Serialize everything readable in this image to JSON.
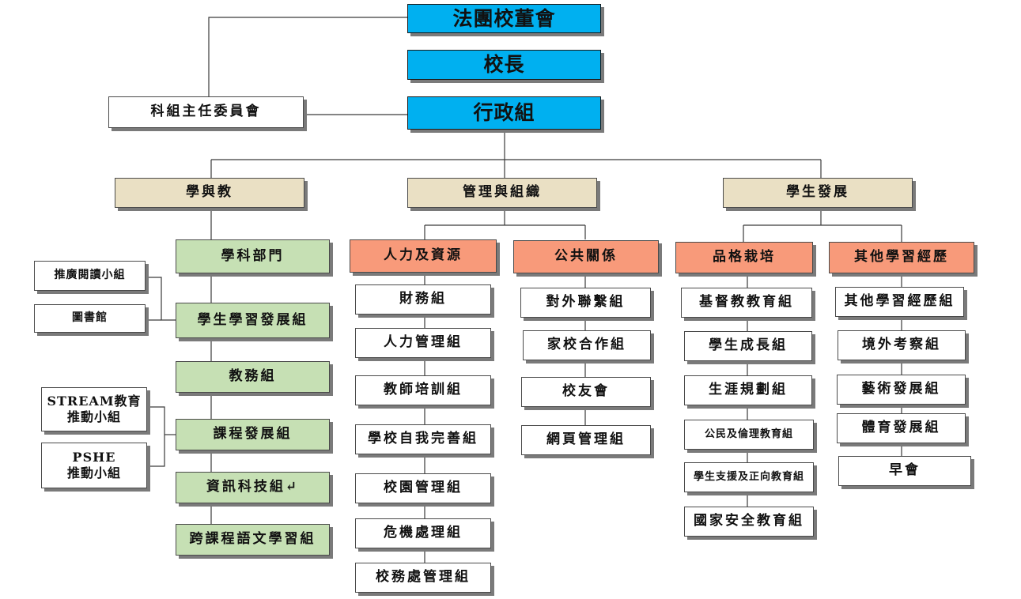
{
  "top": {
    "board": "法團校董會",
    "principal": "校長",
    "admin": "行政組",
    "committee": "科組主任委員會"
  },
  "branches": {
    "learning": "學與教",
    "management": "管理與組織",
    "development": "學生發展"
  },
  "learning": {
    "subject_dept": "學科部門",
    "student_learning": "學生學習發展組",
    "academic": "教務組",
    "curriculum": "課程發展組",
    "it": "資訊科技組↵",
    "cross_curriculum": "跨課程語文學習組",
    "reading": "推廣閱讀小組",
    "library": "圖書館",
    "stream_line1": "STREAM教育",
    "stream_line2": "推動小組",
    "pshe_line1": "PSHE",
    "pshe_line2": "推動小組"
  },
  "management": {
    "hr": "人力及資源",
    "hr_items": [
      "財務組",
      "人力管理組",
      "教師培訓組",
      "學校自我完善組",
      "校園管理組",
      "危機處理組",
      "校務處管理組"
    ],
    "pr": "公共關係",
    "pr_items": [
      "對外聯繫組",
      "家校合作組",
      "校友會",
      "網頁管理組"
    ]
  },
  "development": {
    "character": "品格栽培",
    "character_items": [
      "基督教教育組",
      "學生成長組",
      "生涯規劃組",
      "公民及倫理教育組",
      "學生支援及正向教育組",
      "國家安全教育組"
    ],
    "ole": "其他學習經歷",
    "ole_items": [
      "其他學習經歷組",
      "境外考察組",
      "藝術發展組",
      "體育發展組",
      "早會"
    ]
  }
}
